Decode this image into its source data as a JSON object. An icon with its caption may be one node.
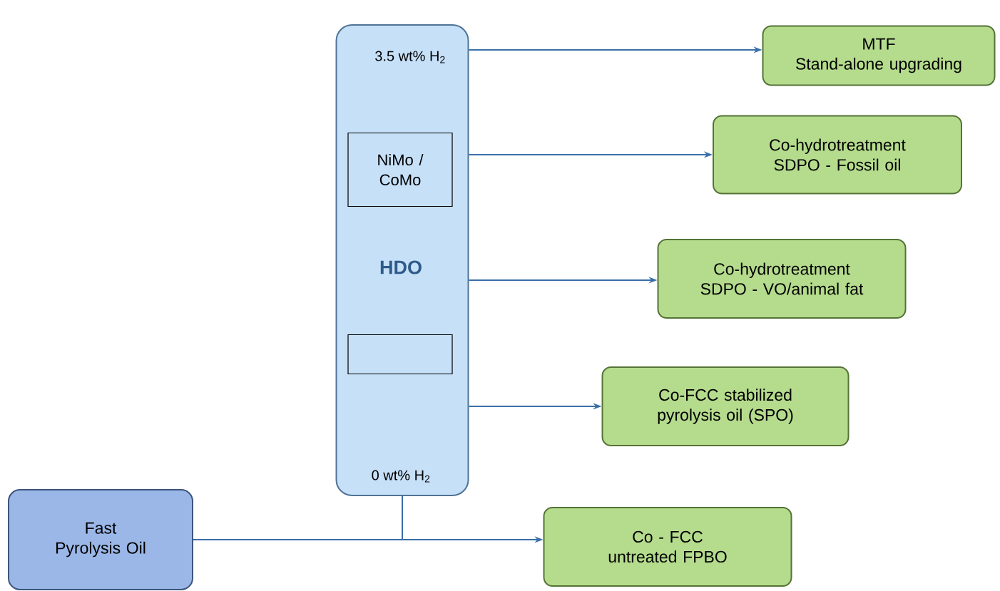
{
  "diagram": {
    "nodes": [
      {
        "text": [
          "3.5 wt% H$_{2}$",
          "HDO",
          "0 wt% H$_{2}$"
        ]
      },
      {
        "text": [
          "NiMo / CoMo"
        ],
        "in": 0
      },
      {
        "text": [],
        "shape": "box",
        "in": 0
      },
      {
        "text": [
          "MTF",
          "Stand-alone upgrading"
        ]
      },
      {
        "text": [
          "Co-hydrotreatment SDPO - Fossil oil"
        ]
      },
      {
        "text": [
          "Co-hydrotreatment SDPO - VO/animal fat"
        ]
      },
      {
        "text": [
          "Co-FCC stabilized pyrolysis oil (SPO)"
        ]
      },
      {
        "text": [
          "Co - FCC untreated FPBO"
        ]
      },
      {
        "text": [
          "Fast Pyrolysis Oil"
        ]
      }
    ],
    "edges": [
      {
        "from": 0,
        "to": 3,
        "arrow": "to"
      },
      {
        "from": 0,
        "to": 4,
        "arrow": "to"
      },
      {
        "from": 0,
        "to": 5,
        "arrow": "to"
      },
      {
        "from": 0,
        "to": 6,
        "arrow": "to"
      },
      {
        "from": 8,
        "to": 0,
        "arrow": "none"
      },
      {
        "from": 8,
        "to": 7,
        "arrow": "to"
      }
    ]
  }
}
